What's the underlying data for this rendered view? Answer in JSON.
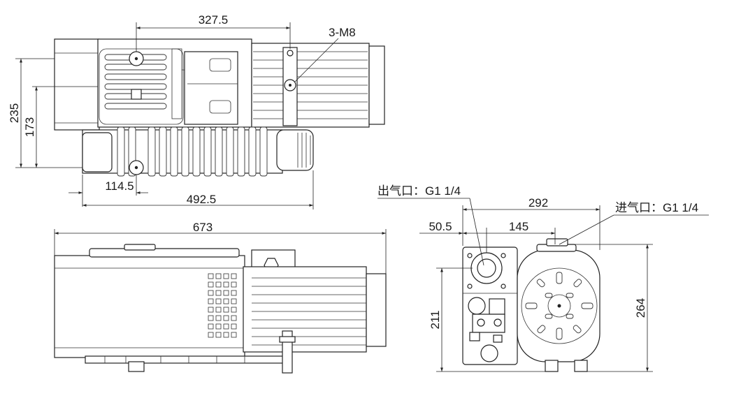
{
  "dimensions": {
    "d327_5": "327.5",
    "d3m8": "3-M8",
    "d235": "235",
    "d173": "173",
    "d114_5": "114.5",
    "d492_5": "492.5",
    "d673": "673",
    "d50_5": "50.5",
    "d145": "145",
    "d292": "292",
    "d211": "211",
    "d264": "264"
  },
  "labels": {
    "outlet": "出气口：G1 1/4",
    "inlet": "进气口：G1 1/4"
  },
  "colors": {
    "line": "#222222",
    "background": "#ffffff"
  }
}
